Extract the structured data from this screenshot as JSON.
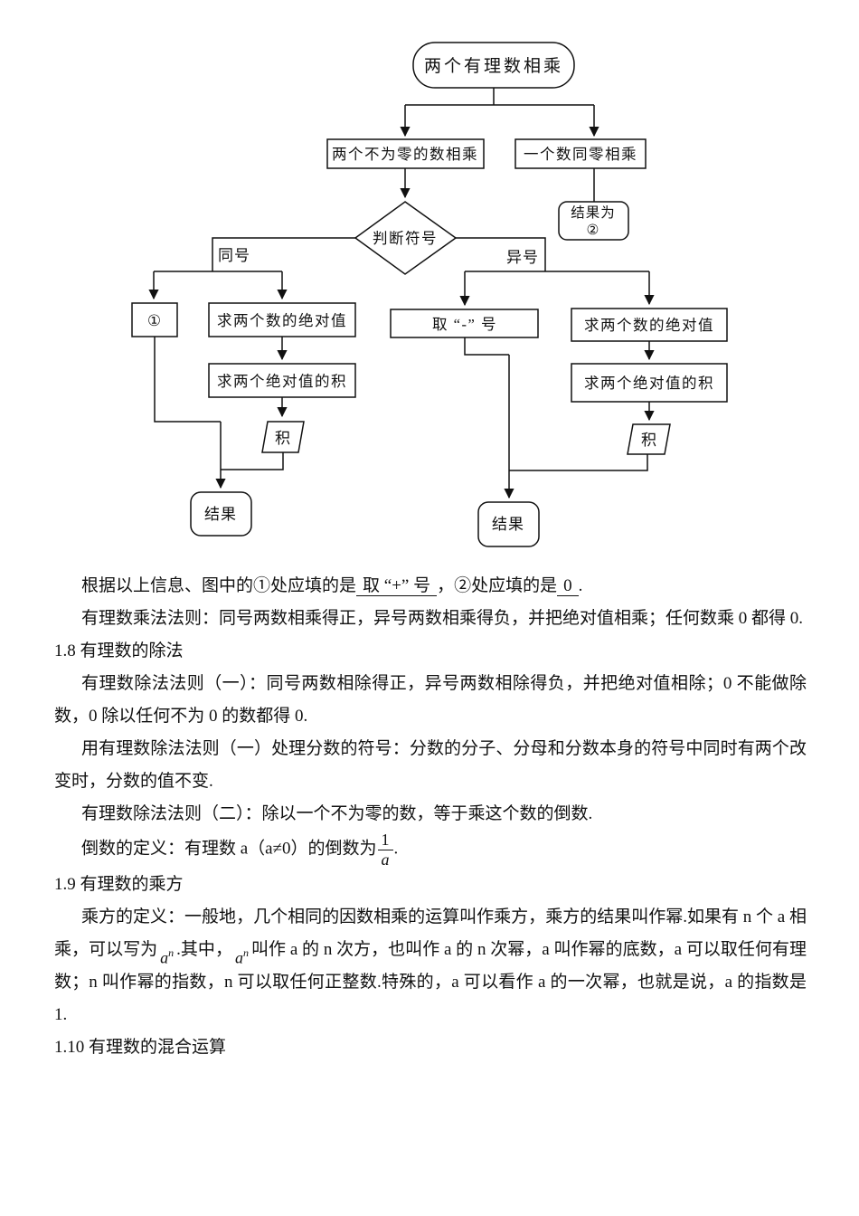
{
  "flowchart": {
    "start": "两个有理数相乘",
    "branch_nonzero": "两个不为零的数相乘",
    "branch_zero": "一个数同零相乘",
    "zero_result_line1": "结果为",
    "zero_result_line2": "②",
    "decision": "判断符号",
    "label_same_sign": "同号",
    "label_diff_sign": "异号",
    "same_blank_box": "①",
    "same_abs": "求两个数的绝对值",
    "same_abs_product": "求两个绝对值的积",
    "same_product": "积",
    "same_result": "结果",
    "diff_take_minus": "取 “-” 号",
    "diff_abs": "求两个数的绝对值",
    "diff_abs_product": "求两个绝对值的积",
    "diff_product": "积",
    "diff_result": "结果"
  },
  "content": {
    "fill": {
      "pre": "根据以上信息、图中的①处应填的是",
      "ans1": "取 “+” 号",
      "mid": "，②处应填的是",
      "ans2": "0",
      "end": "."
    },
    "mult_rule": "有理数乘法法则：同号两数相乘得正，异号两数相乘得负，并把绝对值相乘；任何数乘 0 都得 0.",
    "h18": "1.8 有理数的除法",
    "div_rule1": "有理数除法法则（一）：同号两数相除得正，异号两数相除得负，并把绝对值相除；0 不能做除数，0 除以任何不为 0 的数都得 0.",
    "div_fraction_sign": "用有理数除法法则（一）处理分数的符号：分数的分子、分母和分数本身的符号中同时有两个改变时，分数的值不变.",
    "div_rule2": "有理数除法法则（二）：除以一个不为零的数，等于乘这个数的倒数.",
    "reciprocal": {
      "pre": "倒数的定义：有理数 a（a≠0）的倒数为",
      "num": "1",
      "den": "a",
      "end": "."
    },
    "h19": "1.9 有理数的乘方",
    "power": {
      "t1": "乘方的定义：一般地，几个相同的因数相乘的运算叫作乘方，乘方的结果叫作幂.如果有 n 个 a 相乘，可以写为",
      "base1": "a",
      "exp1": "n",
      "t2": ".其中，",
      "base2": "a",
      "exp2": "n",
      "t3": "叫作 a 的 n 次方，也叫作 a 的 n 次幂，a 叫作幂的底数，a 可以取任何有理数；n 叫作幂的指数，n 可以取任何正整数.特殊的，a 可以看作 a 的一次幂，也就是说，a 的指数是 1."
    },
    "h110": "1.10 有理数的混合运算"
  }
}
